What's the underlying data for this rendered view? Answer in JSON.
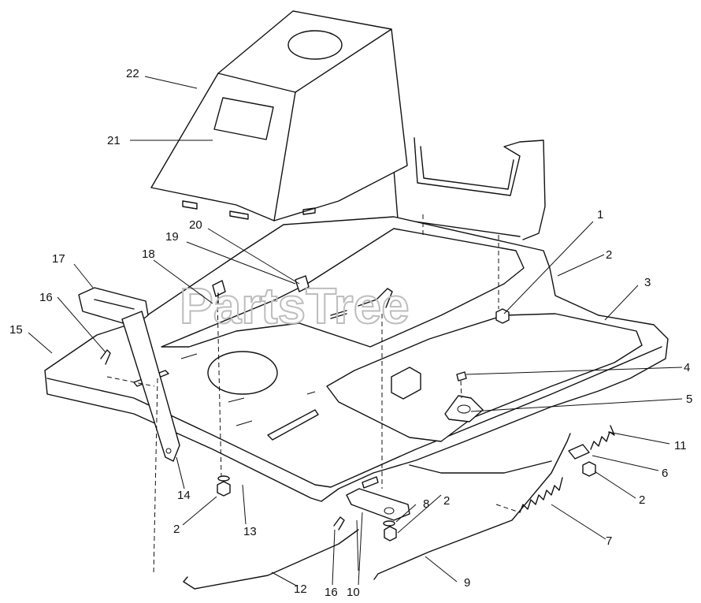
{
  "watermark": "PartsTree",
  "callouts": [
    "1",
    "2",
    "2",
    "2",
    "2",
    "3",
    "4",
    "5",
    "6",
    "7",
    "8",
    "9",
    "10",
    "11",
    "12",
    "13",
    "14",
    "15",
    "16",
    "16",
    "17",
    "18",
    "19",
    "20",
    "21",
    "22"
  ]
}
